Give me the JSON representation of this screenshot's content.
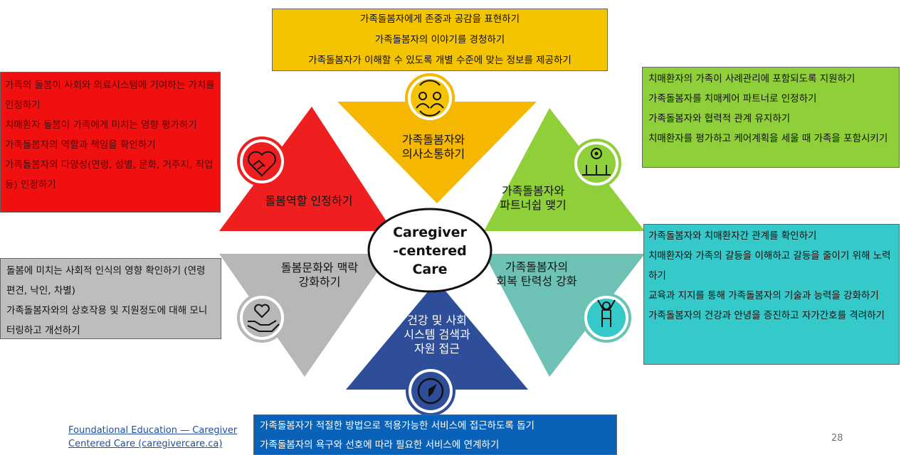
{
  "segments": [
    {
      "label": "가족돌봄자와\n의사소통하기",
      "color": "#f5b700",
      "icon": "people-cycle-icon"
    },
    {
      "label": "가족돌봄자와\n파트너쉽 맺기",
      "color": "#8fcf3a",
      "icon": "teamwork-gear-icon"
    },
    {
      "label": "가족돌봄자의\n회복 탄력성 강화",
      "color": "#6ec2b5",
      "icon": "superhero-icon"
    },
    {
      "label": "건강 및 사회\n시스템 검색과\n자원 접근",
      "color": "#2f4e9a",
      "icon": "compass-icon"
    },
    {
      "label": "돌봄문화와 맥락\n강화하기",
      "color": "#b7b7b7",
      "icon": "heart-hand-icon"
    },
    {
      "label": "돌봄역할 인정하기",
      "color": "#ef1f1f",
      "icon": "handshake-heart-icon"
    }
  ],
  "center": {
    "label": "Caregiver\n-centered\nCare"
  },
  "boxes": {
    "yellow": [
      "가족돌봄자에게 존중과 공감을 표현하기",
      "가족돌봄자의 이야기를 경청하기",
      "가족돌봄자가 이해할 수 있도록 개별 수준에 맞는 정보를 제공하기"
    ],
    "red": [
      "가족의 돌봄이 사회와 의료시스템에 기여하는 가치를 인정하기",
      "치매환자 돌봄이 가족에게 미치는 영향 평가하기",
      "가족돌봄자의 역할과 책임을 확인하기",
      "가족돌봄자의 다양성(연령, 성별, 문화, 거주지, 직업 등) 인정하기"
    ],
    "green": [
      "치매환자의 가족이 사례관리에 포함되도록 지원하기",
      "가족돌봄자를 치매케어 파트너로 인정하기",
      "가족돌봄자와 협력적 관계 유지하기",
      "치매환자를 평가하고 케어계획을 세울 때 가족을 포함시키기"
    ],
    "teal": [
      "가족돌봄자와 치매환자간 관계를 확인하기",
      "치매환자와 가족의 갈등을 이해하고 갈등을 줄이기 위해 노력하기",
      "교육과 지지를 통해 가족돌봄자의 기술과 능력을 강화하기",
      "가족돌봄자의 건강과 안녕을 증진하고 자가간호를 격려하기"
    ],
    "gray": [
      "돌봄에 미치는 사회적 인식의 영향 확인하기 (연령 편견, 낙인, 차별)",
      "가족돌봄자와의 상호작용 및 지원정도에 대해 모니터링하고 개선하기"
    ],
    "blue": [
      "가족돌봄자가 적절한 방법으로 적용가능한 서비스에 접근하도록 돕기",
      "가족돌봄자의 욕구와 선호에 따라 필요한 서비스에 연계하기"
    ]
  },
  "footer": {
    "link_line1": "Foundational Education — Caregiver",
    "link_line2": "Centered Care (caregivercare.ca)",
    "page_number": "28"
  }
}
